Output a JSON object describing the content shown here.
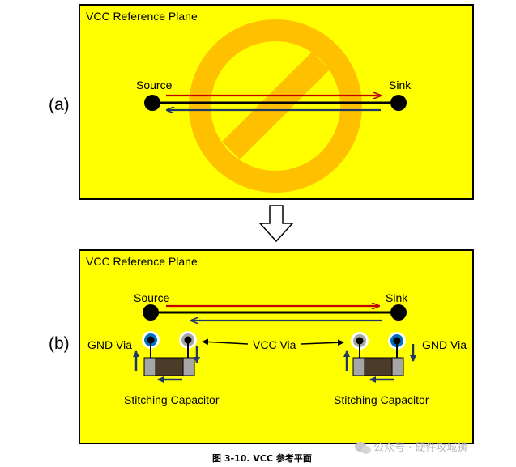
{
  "panel_a": {
    "marker": "(a)",
    "plane_title": "VCC Reference Plane",
    "source_label": "Source",
    "sink_label": "Sink",
    "prohibited_symbol": "no-entry-icon",
    "colors": {
      "plane": "#ffff00",
      "forbidden": "#ffc000",
      "forward_trace": "#c00000",
      "return_trace": "#1f3864",
      "node": "#000000"
    }
  },
  "transition": {
    "arrow_icon": "down-arrow-icon"
  },
  "panel_b": {
    "marker": "(b)",
    "plane_title": "VCC Reference Plane",
    "source_label": "Source",
    "sink_label": "Sink",
    "gnd_via_left_label": "GND Via",
    "gnd_via_right_label": "GND Via",
    "vcc_via_label": "VCC Via",
    "stitching_cap_left_label": "Stitching Capacitor",
    "stitching_cap_right_label": "Stitching Capacitor",
    "colors": {
      "gnd_via_ring": "#0070c0",
      "vcc_via_ring": "#a6a6a6",
      "capacitor_body": "#4d3b2a",
      "capacitor_pad": "#a6a6a6"
    }
  },
  "caption": "图 3-10. VCC 参考平面",
  "watermark": "公众号 · 硬件攻城狮"
}
